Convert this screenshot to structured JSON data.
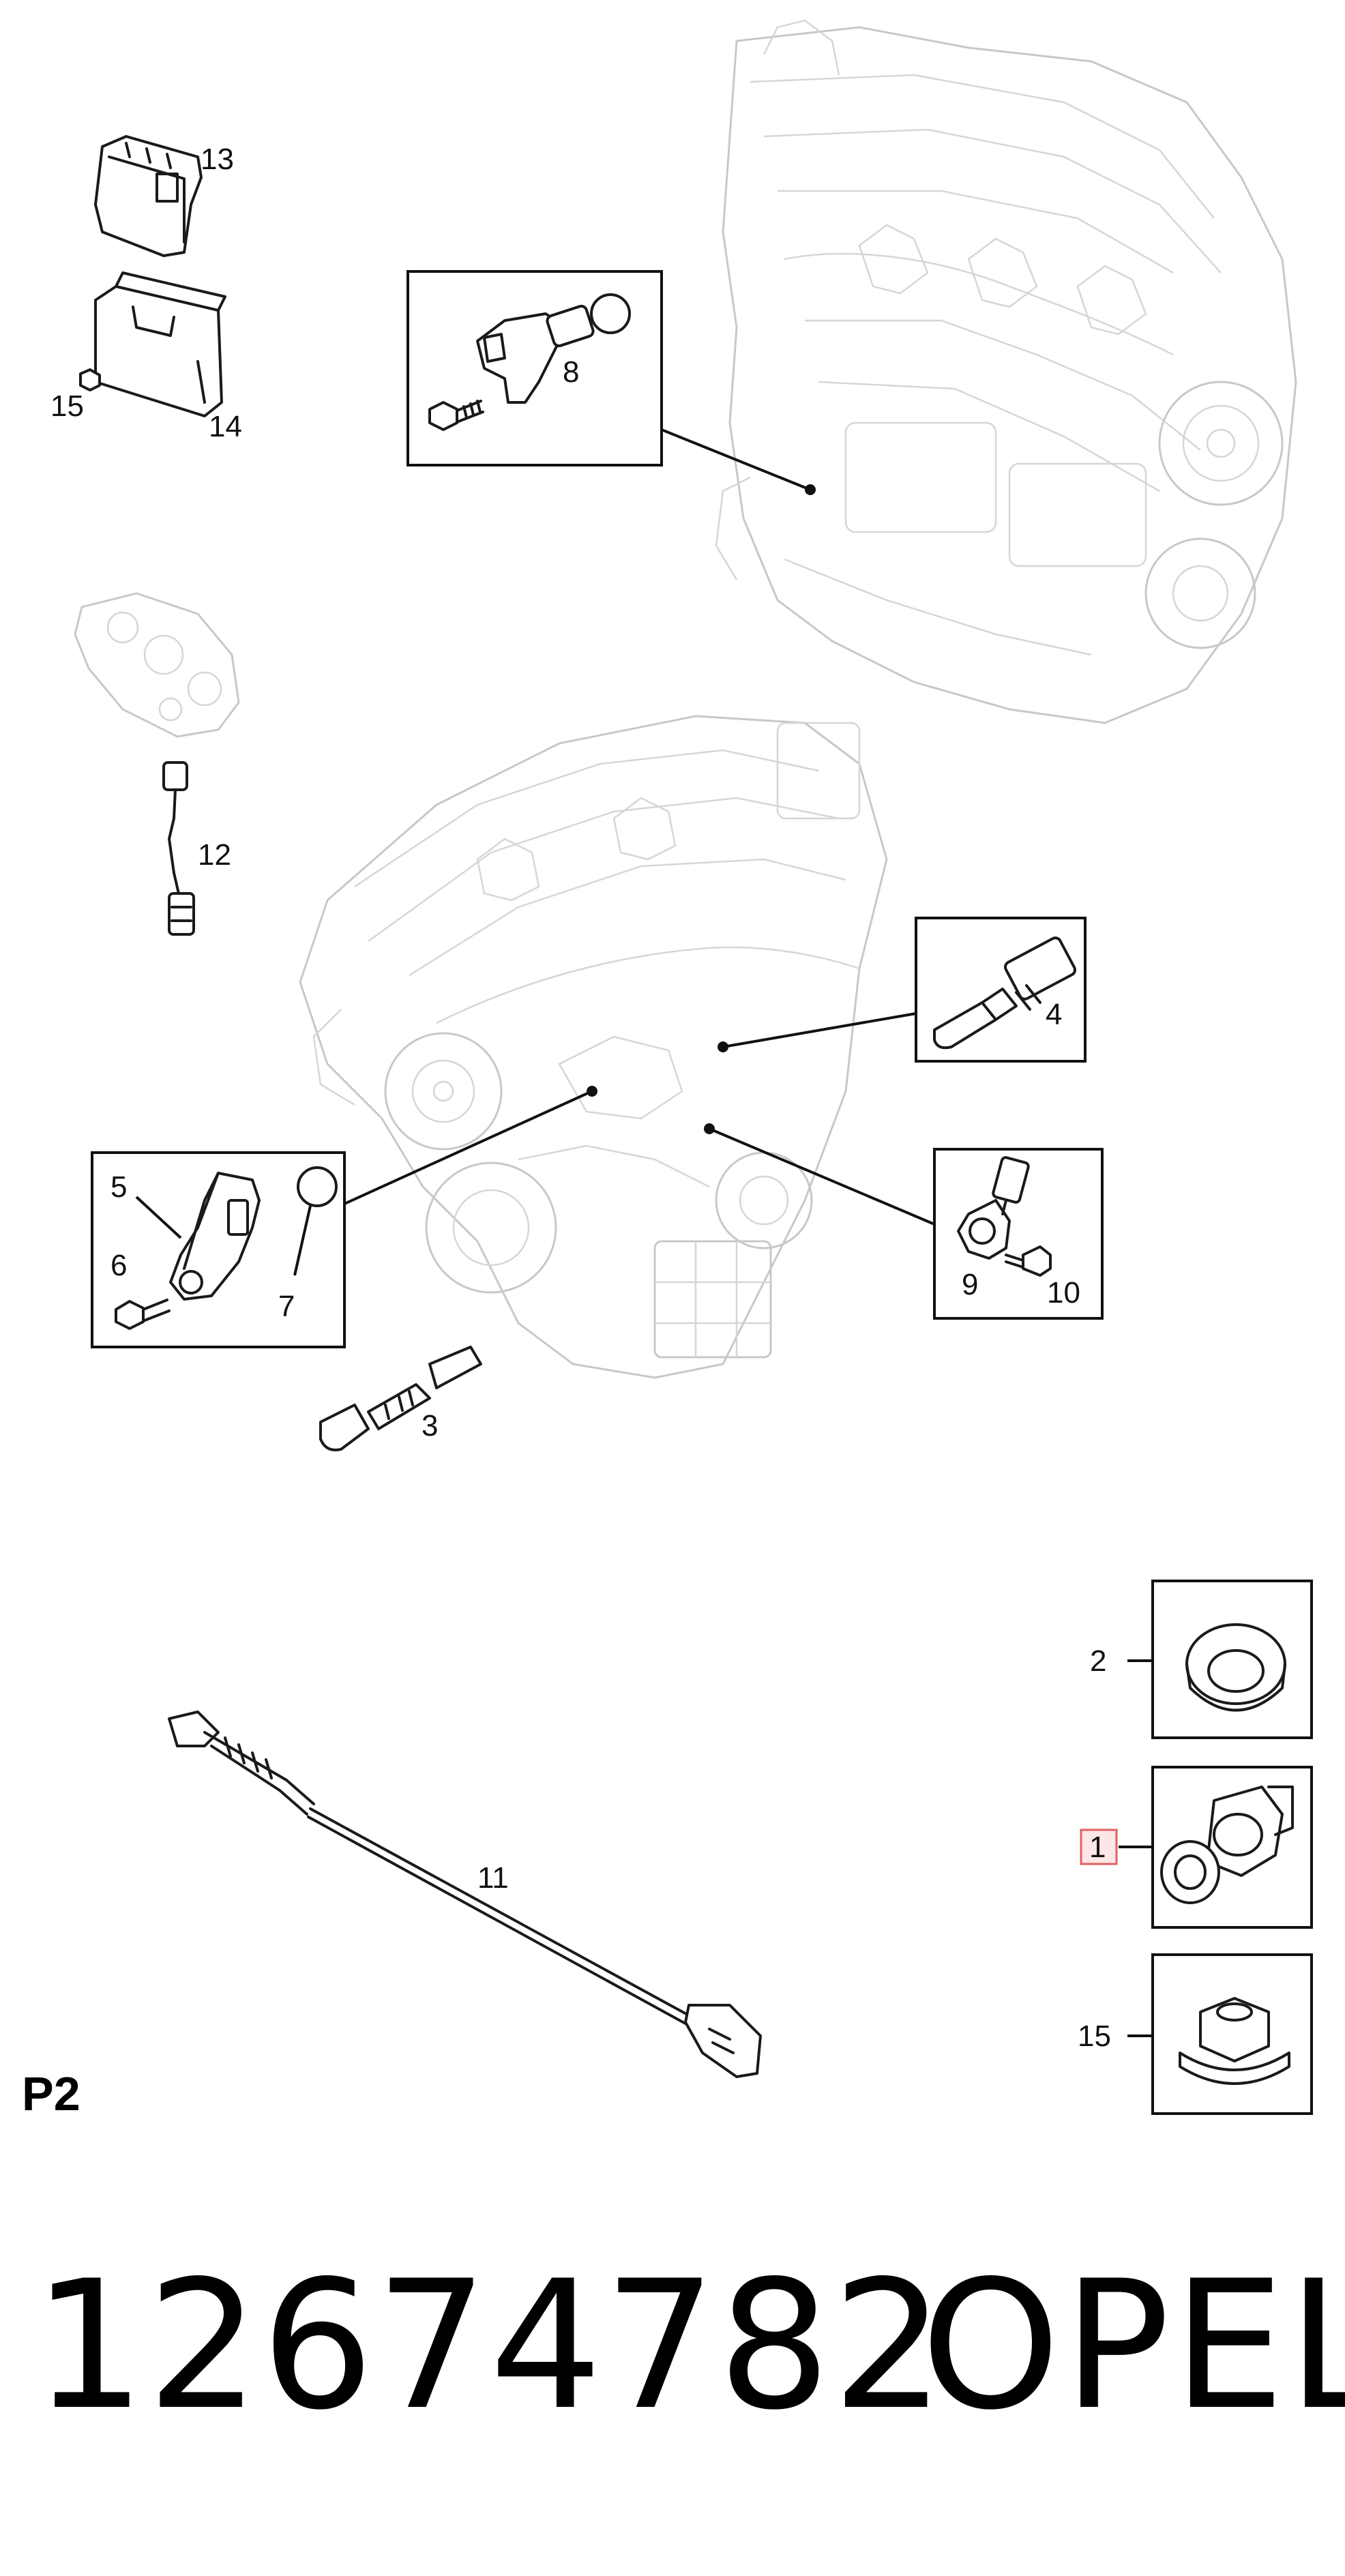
{
  "callouts": {
    "c1": "1",
    "c2": "2",
    "c3": "3",
    "c4": "4",
    "c5": "5",
    "c6": "6",
    "c7": "7",
    "c8": "8",
    "c9": "9",
    "c10": "10",
    "c11": "11",
    "c12": "12",
    "c13": "13",
    "c14": "14",
    "c15a": "15",
    "c15b": "15"
  },
  "highlighted_callout": "1",
  "page_tag": "P2",
  "footer": {
    "part_number": "12674782",
    "brand": "OPEL"
  },
  "colors": {
    "line": "#1a1a1a",
    "ghost": "#c8c8c8",
    "highlight_fill": "#fde6e6",
    "highlight_stroke": "#e06060"
  }
}
